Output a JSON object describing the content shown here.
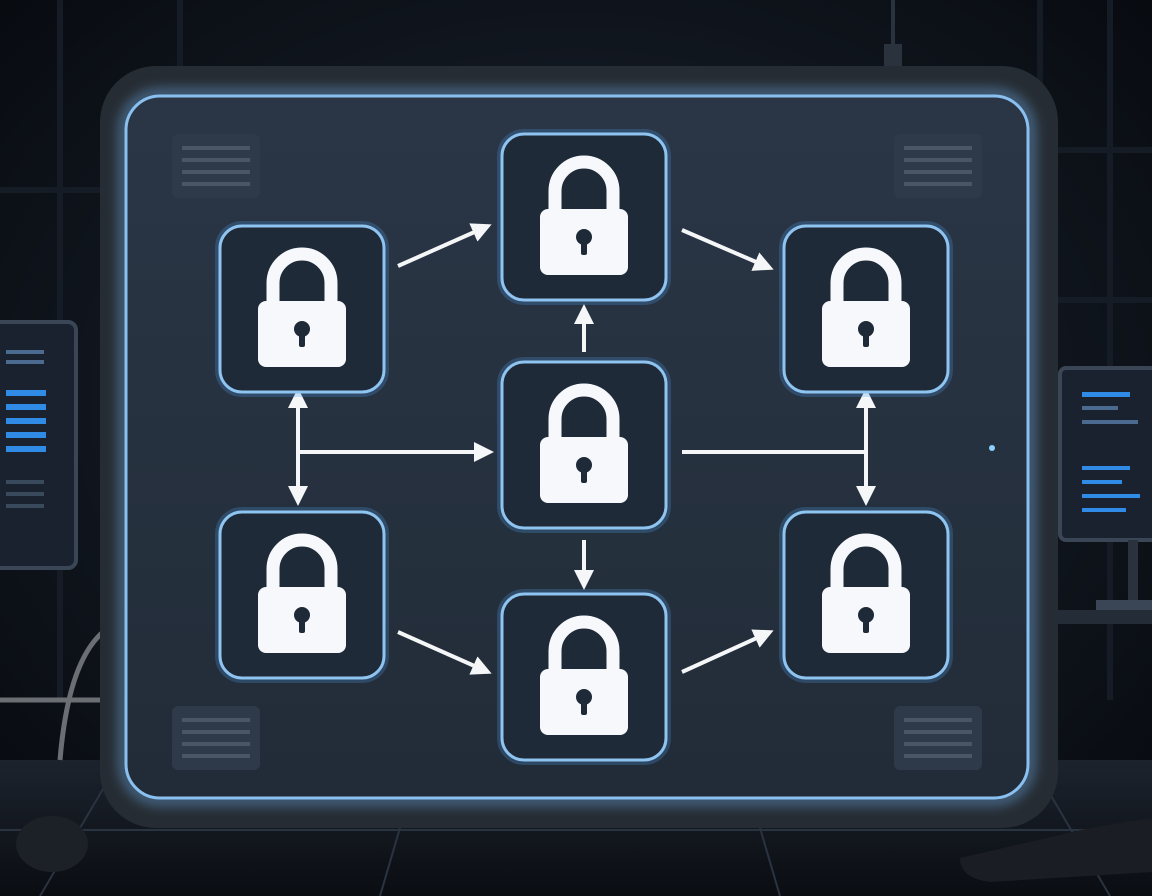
{
  "scene": {
    "description_icons": {
      "lock": "padlock-icon",
      "arrow": "arrow-icon"
    },
    "colors": {
      "background": "#0b1018",
      "panel_glass": "#2b3746",
      "panel_frame": "#262c33",
      "panel_glow": "#6fb4f2",
      "node_border": "#8fc3f0",
      "node_fill": "#1f2a38",
      "lock": "#f6f8fb",
      "arrow": "#f4f6f8",
      "side_screen_accent": "#2f8be6"
    },
    "lock_nodes": [
      {
        "id": "left-top"
      },
      {
        "id": "top-center"
      },
      {
        "id": "right-top"
      },
      {
        "id": "center"
      },
      {
        "id": "left-bottom"
      },
      {
        "id": "bottom-center"
      },
      {
        "id": "right-bottom"
      }
    ]
  }
}
